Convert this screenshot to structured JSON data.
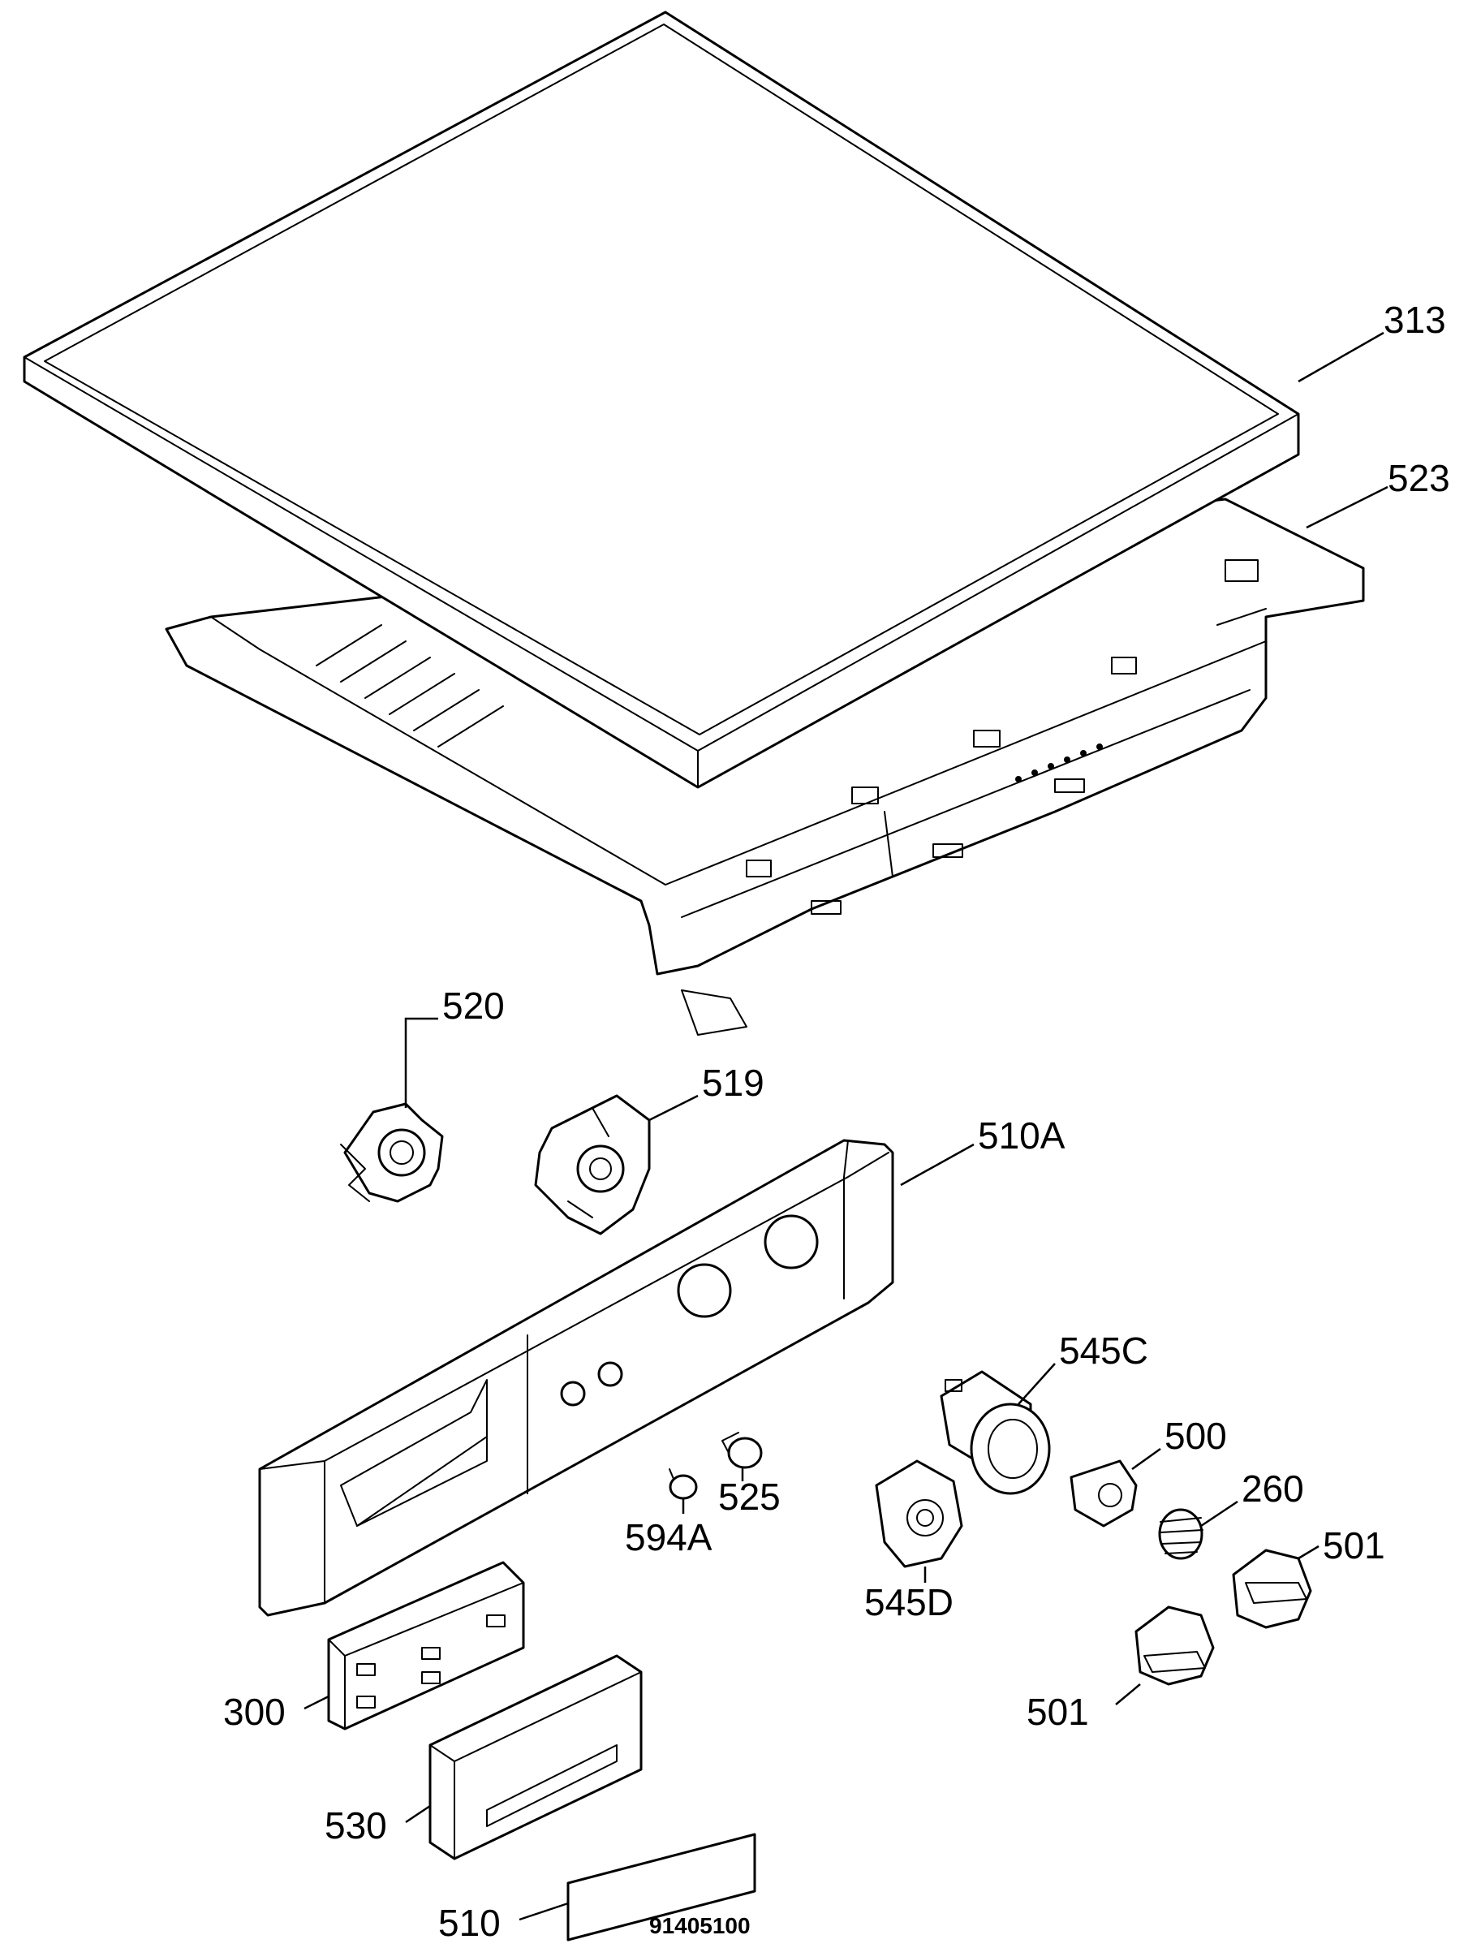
{
  "labels": {
    "p313": "313",
    "p523": "523",
    "p520": "520",
    "p519": "519",
    "p510A": "510A",
    "p545C": "545C",
    "p500": "500",
    "p260": "260",
    "p501a": "501",
    "p501b": "501",
    "p525": "525",
    "p594A": "594A",
    "p545D": "545D",
    "p300": "300",
    "p530": "530",
    "p510": "510"
  },
  "drawing_code": "91405100"
}
